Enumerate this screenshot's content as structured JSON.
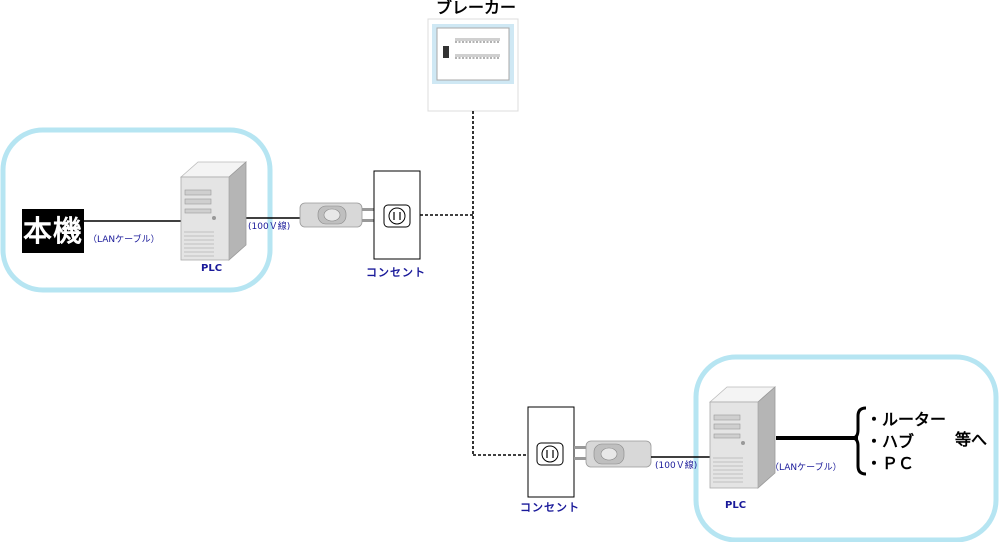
{
  "breaker": {
    "label": "ブレーカー"
  },
  "main_unit": {
    "label": "本機"
  },
  "labels": {
    "lan_cable": "（LANケーブル）",
    "power_line": "(100Ｖ線)",
    "plc": "PLC",
    "outlet": "コンセント"
  },
  "devices": {
    "items": [
      "・ルーター",
      "・ハブ",
      "・ＰＣ"
    ],
    "suffix": "等へ"
  },
  "colors": {
    "zone_border": "#b6e5f2",
    "label_blue": "#1a1a9a"
  }
}
